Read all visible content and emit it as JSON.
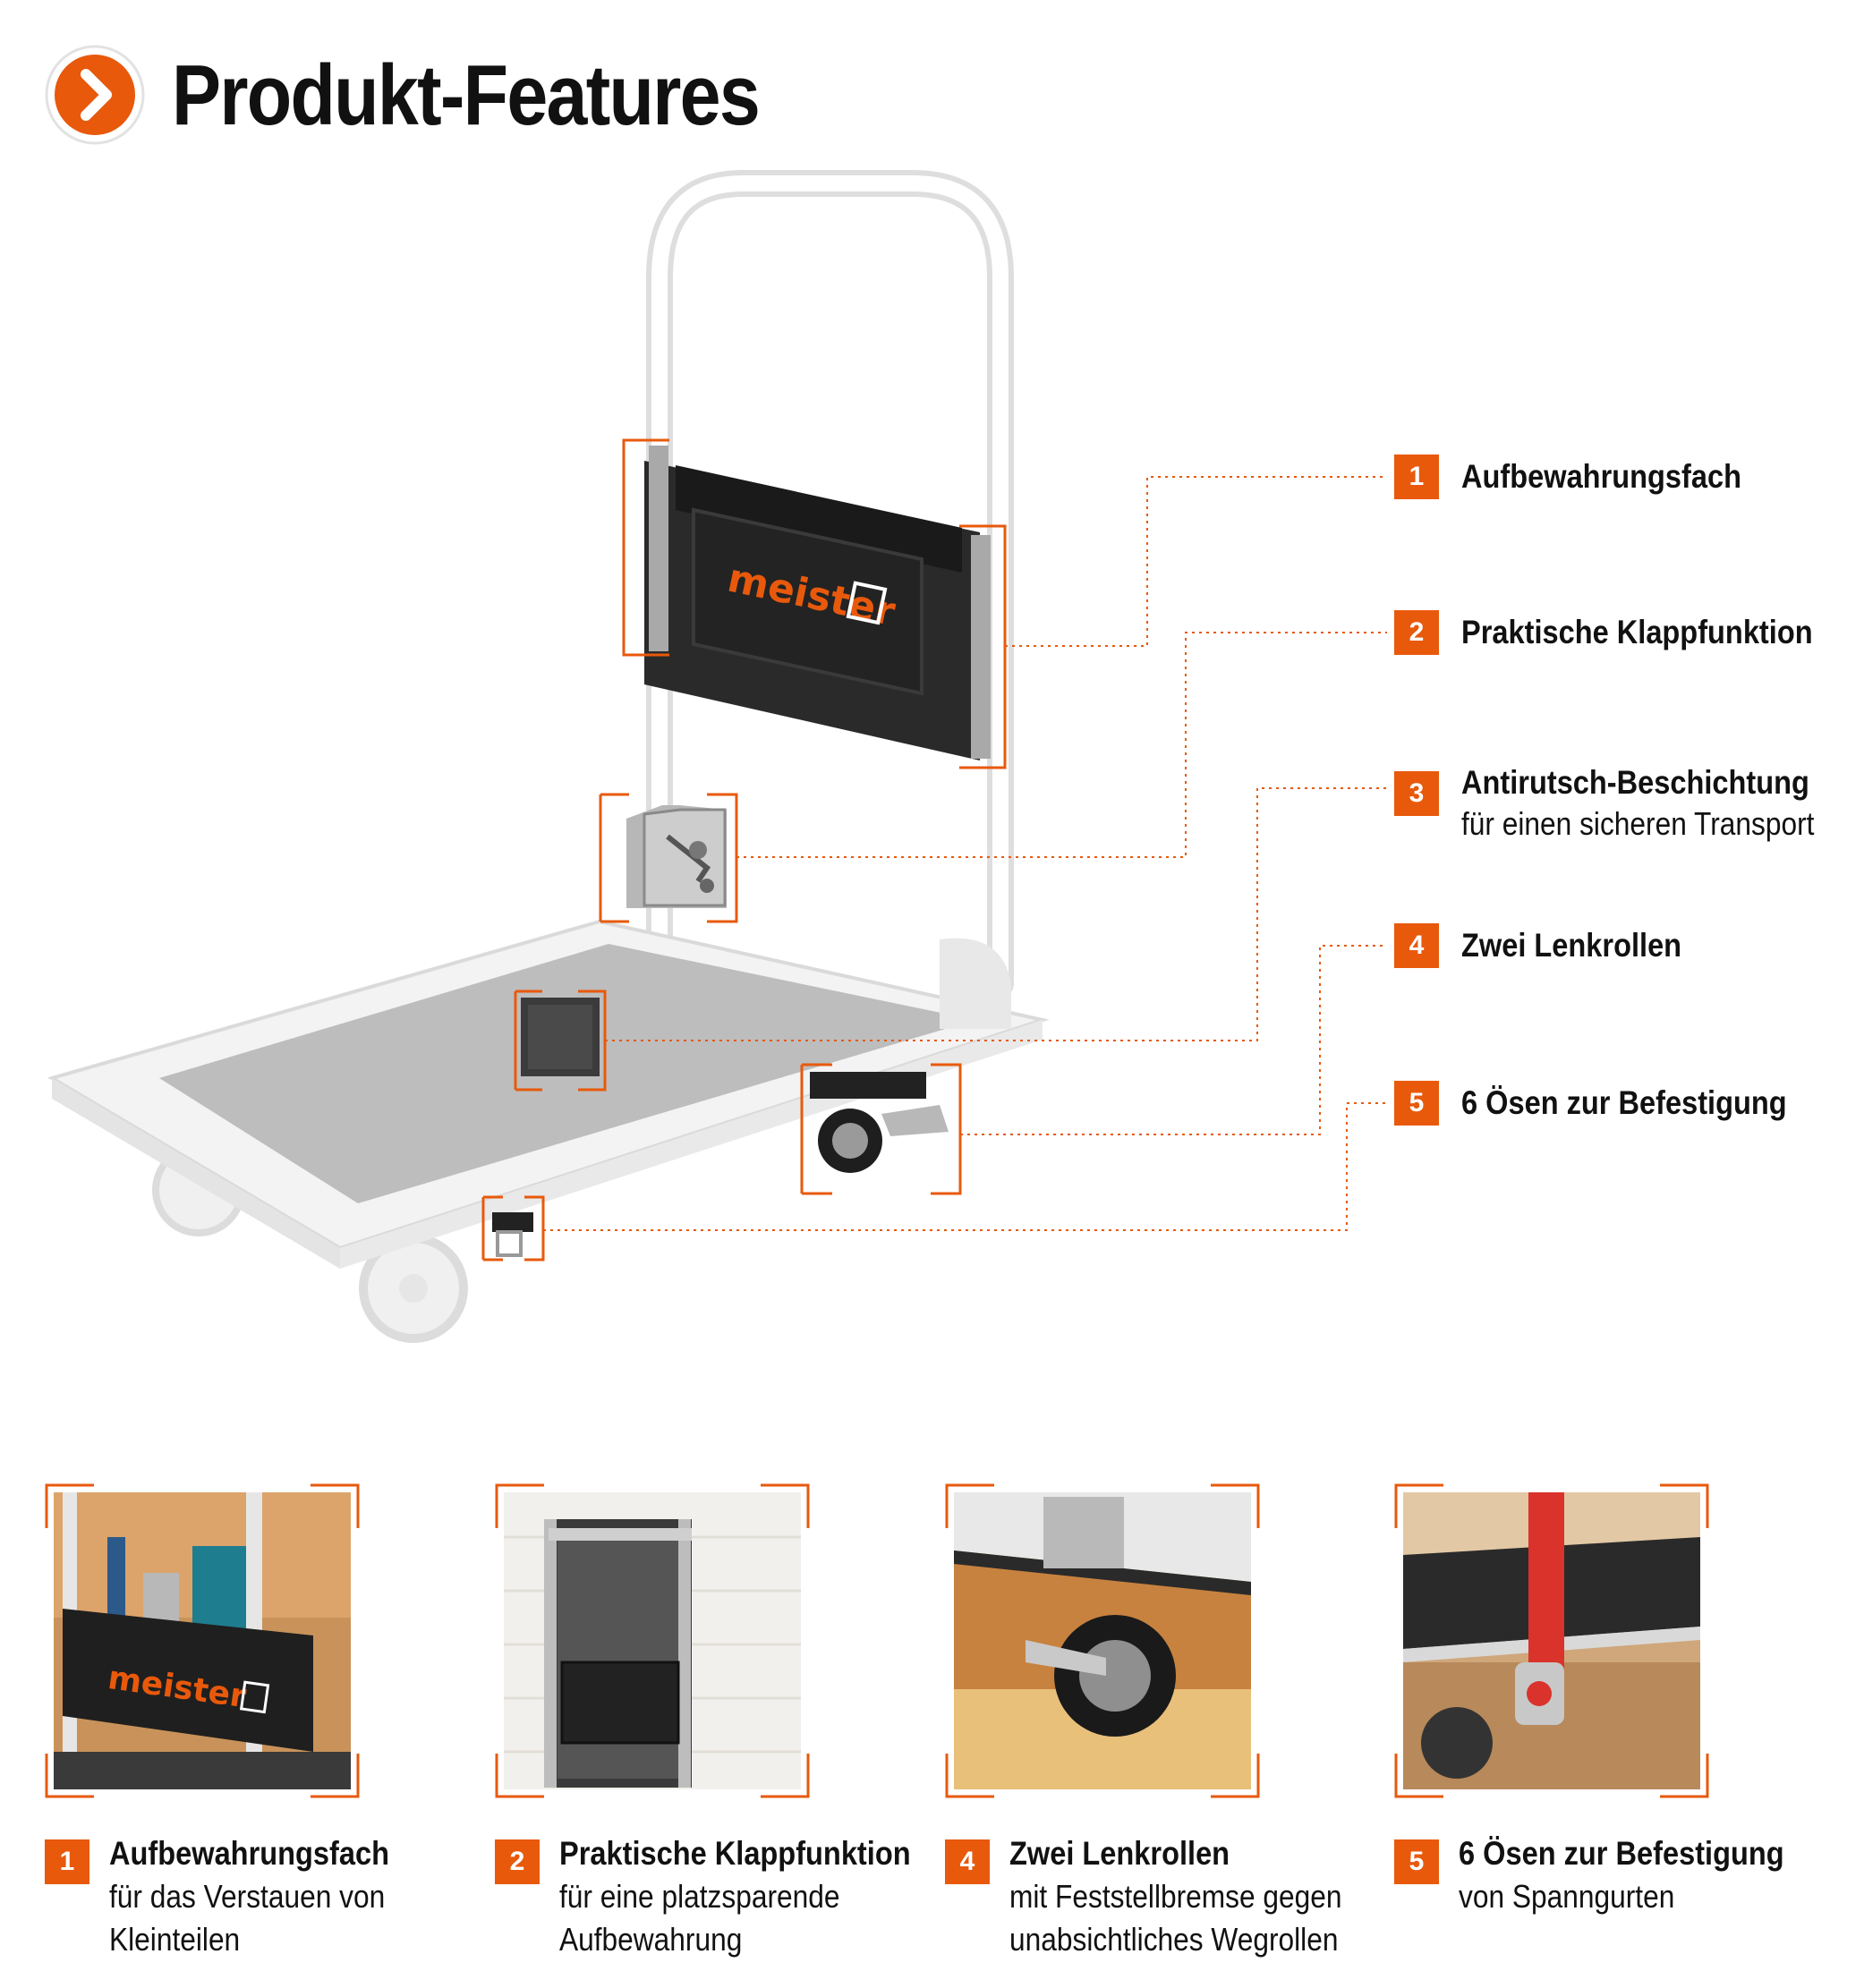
{
  "header": {
    "title": "Produkt-Features",
    "icon": "chevron-right-circle-icon"
  },
  "colors": {
    "accent": "#e8590c",
    "text": "#111111",
    "leader": "#e8590c"
  },
  "product": {
    "brand": "meister"
  },
  "callouts": [
    {
      "number": "1",
      "title": "Aufbewahrungsfach",
      "subtitle": ""
    },
    {
      "number": "2",
      "title": "Praktische Klappfunktion",
      "subtitle": ""
    },
    {
      "number": "3",
      "title": "Antirutsch-Beschichtung",
      "subtitle": "für einen sicheren Transport"
    },
    {
      "number": "4",
      "title": "Zwei Lenkrollen",
      "subtitle": ""
    },
    {
      "number": "5",
      "title": "6 Ösen zur Befestigung",
      "subtitle": ""
    }
  ],
  "details": [
    {
      "number": "1",
      "title": "Aufbewahrungsfach",
      "line1": "für das Verstauen von",
      "line2": "Kleinteilen",
      "brand": "meister"
    },
    {
      "number": "2",
      "title": "Praktische Klappfunktion",
      "line1": "für eine platzsparende",
      "line2": "Aufbewahrung"
    },
    {
      "number": "4",
      "title": "Zwei Lenkrollen",
      "line1": "mit Feststellbremse gegen",
      "line2": "unabsichtliches Wegrollen"
    },
    {
      "number": "5",
      "title": "6 Ösen zur Befestigung",
      "line1": "von Spanngurten",
      "line2": ""
    }
  ]
}
